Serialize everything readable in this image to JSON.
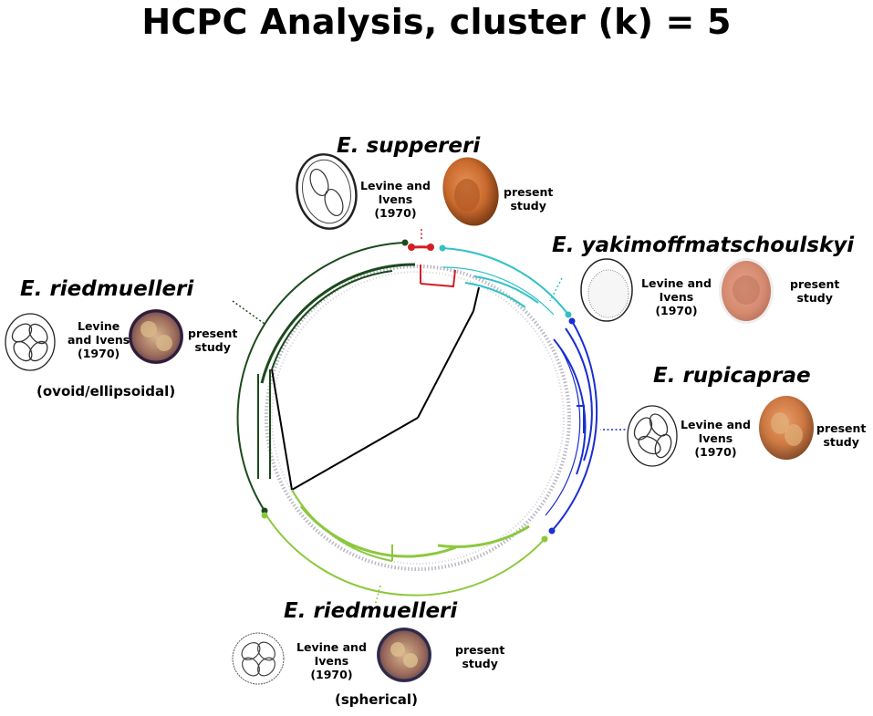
{
  "title": "HCPC Analysis, cluster (k) = 5",
  "clusters": [
    {
      "id": "suppereri",
      "species": "E. suppereri",
      "color": "#d21f26",
      "ref_line1": "Levine and",
      "ref_line2": "Ivens",
      "ref_line3": "(1970)",
      "study_line1": "present",
      "study_line2": "study"
    },
    {
      "id": "yakimoff",
      "species": "E. yakimoffmatschoulskyi",
      "color": "#2fc1c6",
      "ref_line1": "Levine and",
      "ref_line2": "Ivens",
      "ref_line3": "(1970)",
      "study_line1": "present",
      "study_line2": "study"
    },
    {
      "id": "rupicaprae",
      "species": "E. rupicaprae",
      "color": "#1a2fd0",
      "ref_line1": "Levine and",
      "ref_line2": "Ivens",
      "ref_line3": "(1970)",
      "study_line1": "present",
      "study_line2": "study"
    },
    {
      "id": "riedmuelleri_ovoid",
      "species": "E. riedmuelleri",
      "color": "#1c4a1c",
      "ref_line1": "Levine",
      "ref_line2": "and Ivens",
      "ref_line3": "(1970)",
      "study_line1": "present",
      "study_line2": "study",
      "shape": "(ovoid/ellipsoidal)"
    },
    {
      "id": "riedmuelleri_spherical",
      "species": "E. riedmuelleri",
      "color": "#8cc83c",
      "ref_line1": "Levine and",
      "ref_line2": "Ivens",
      "ref_line3": "(1970)",
      "study_line1": "present",
      "study_line2": "study",
      "shape": "(spherical)"
    }
  ]
}
